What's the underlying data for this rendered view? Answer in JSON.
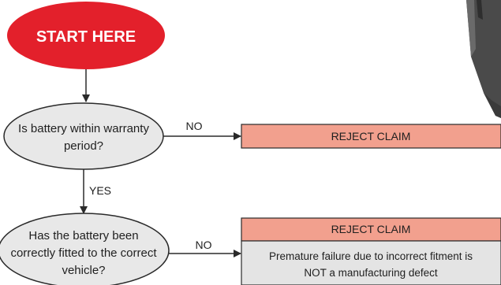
{
  "start": {
    "label": "START HERE"
  },
  "decisions": [
    {
      "lines": [
        "Is battery within warranty",
        "period?"
      ],
      "no_label": "NO",
      "yes_label": "YES"
    },
    {
      "lines": [
        "Has the battery been",
        "correctly fitted to the correct",
        "vehicle?"
      ],
      "no_label": "NO"
    }
  ],
  "outcomes": [
    {
      "title": "REJECT CLAIM"
    },
    {
      "title": "REJECT CLAIM",
      "detail_lines": [
        "Premature failure due to incorrect fitment is",
        "NOT a manufacturing defect"
      ]
    }
  ],
  "colors": {
    "start_fill": "#e3202b",
    "decision_fill": "#e8e8e8",
    "reject_fill": "#f2a08e",
    "detail_fill": "#e4e4e4",
    "line": "#2a2a2a",
    "battery_image": "#4a4a4a"
  }
}
